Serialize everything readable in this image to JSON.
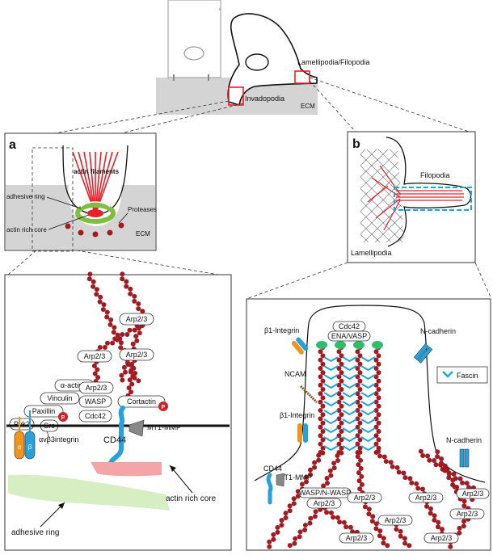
{
  "overview": {
    "lamellipodia_filopodia": "Lamellipodia/Filopodia",
    "invadopodia": "Invadopodia",
    "ecm": "ECM"
  },
  "panel_a": {
    "letter": "a",
    "actin_filaments": "actin filaments",
    "adhesive_ring": "adhesive ring",
    "actin_rich_core": "actin rich core",
    "proteases": "Proteases",
    "ecm": "ECM"
  },
  "panel_b": {
    "letter": "b",
    "filopodia": "Filopodia",
    "lamellipodia": "Lamellipodia"
  },
  "detail_a": {
    "arp23_top": "Arp2/3",
    "arp23_left": "Arp2/3",
    "arp23_right": "Arp2/3",
    "arp23_mid": "Arp2/3",
    "alpha_actinin": "α-actinin",
    "vinculin": "Vinculin",
    "paxillin": "Paxillin",
    "pyk2": "Pyk2",
    "src": "Src",
    "p1": "P",
    "p2": "P",
    "wasp": "WASP",
    "cdc42": "Cdc42",
    "cortactin": "Cortactin",
    "alpha": "α",
    "beta": "β",
    "integrin": "αvβ3integrin",
    "cd44": "CD44",
    "mt1mmp": "MT1-MMP",
    "actin_rich_core": "actin rich core",
    "adhesive_ring": "adhesive ring"
  },
  "detail_b": {
    "cdc42": "Cdc42",
    "ena_vasp": "ENA/VASP",
    "b1_integrin_top": "β1-Integrin",
    "n_cadherin_top": "N-cadherin",
    "ncam": "NCAM",
    "fascin": "Fascin",
    "b1_integrin_mid": "β1-Integrin",
    "n_cadherin_mid": "N-cadherin",
    "cd44": "CD44",
    "mt1mmp": "MT1-MMP",
    "wasp_nwasp": "WASP/N-WASP",
    "arp_a": "Arp2/3",
    "arp_b": "Arp2/3",
    "arp_c": "Arp2/3",
    "arp_d": "Arp2/3",
    "arp_e": "Arp2/3",
    "arp_f": "Arp2/3",
    "arp_g": "Arp2/3",
    "arp_h": "Arp2/3"
  },
  "colors": {
    "actin": "#a01c22",
    "red_accent": "#e8202a",
    "green_ring": "#7fbf3f",
    "light_green": "#d6eec2",
    "pink_core": "#f4a5a8",
    "orange": "#f0941e",
    "blue": "#2aa0d8",
    "cyan_dashed": "#1aa6df",
    "ecm_gray": "#d4d4d4"
  }
}
